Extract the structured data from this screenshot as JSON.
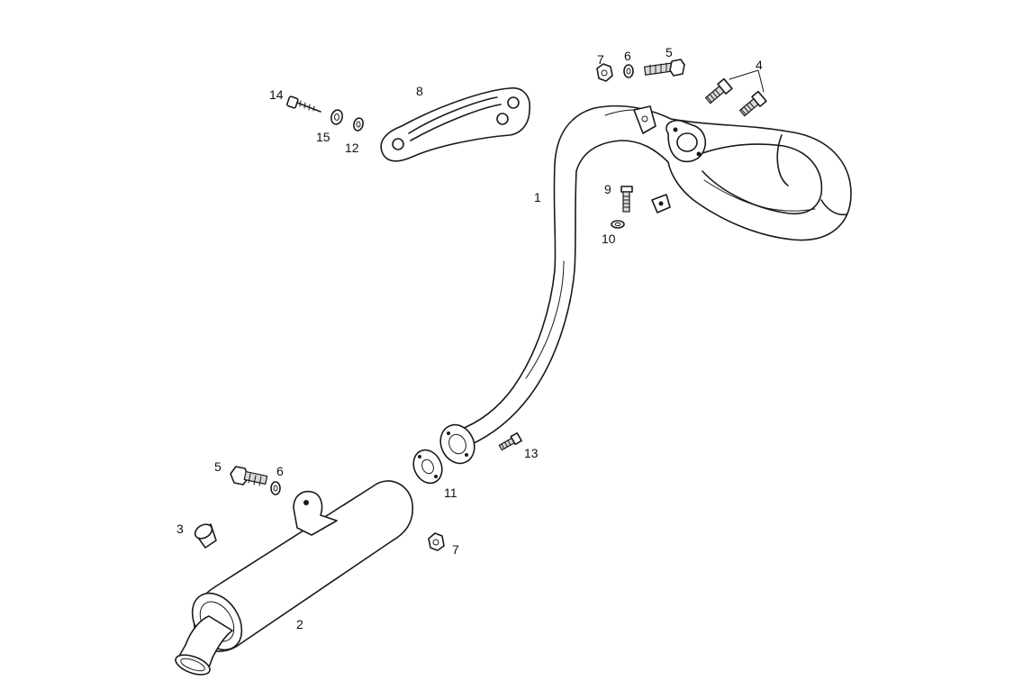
{
  "colors": {
    "line": "#1a1a1a",
    "background": "#ffffff",
    "shade": "#d9d9d9"
  },
  "callouts": {
    "c1": "1",
    "c2": "2",
    "c3": "3",
    "c4": "4",
    "c5a": "5",
    "c5b": "5",
    "c6a": "6",
    "c6b": "6",
    "c7a": "7",
    "c7b": "7",
    "c8": "8",
    "c9": "9",
    "c10": "10",
    "c11": "11",
    "c12": "12",
    "c13": "13",
    "c14": "14",
    "c15": "15"
  }
}
